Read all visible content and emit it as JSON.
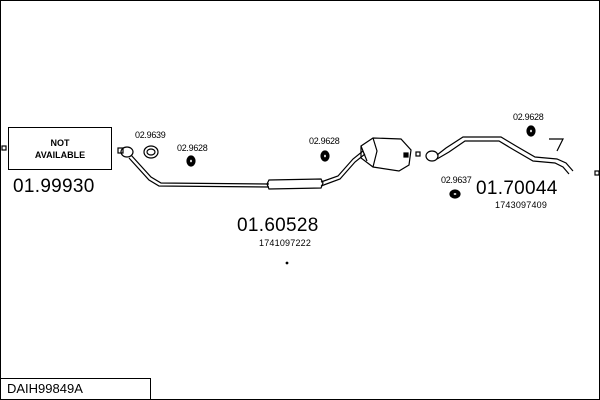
{
  "not_available_box": {
    "line1": "NOT",
    "line2": "AVAILABLE"
  },
  "labels": {
    "part_01_99930": "01.99930",
    "part_01_60528": "01.60528",
    "part_01_60528_ref": "1741097222",
    "part_01_70044": "01.70044",
    "part_01_70044_ref": "1743097409",
    "clamp_a": "02.9639",
    "clamp_b": "02.9628",
    "clamp_c": "02.9628",
    "clamp_d": "02.9628",
    "clamp_e": "02.9637"
  },
  "footer": {
    "code": "DAIH99849A"
  },
  "colors": {
    "line": "#000000",
    "background": "#ffffff"
  }
}
